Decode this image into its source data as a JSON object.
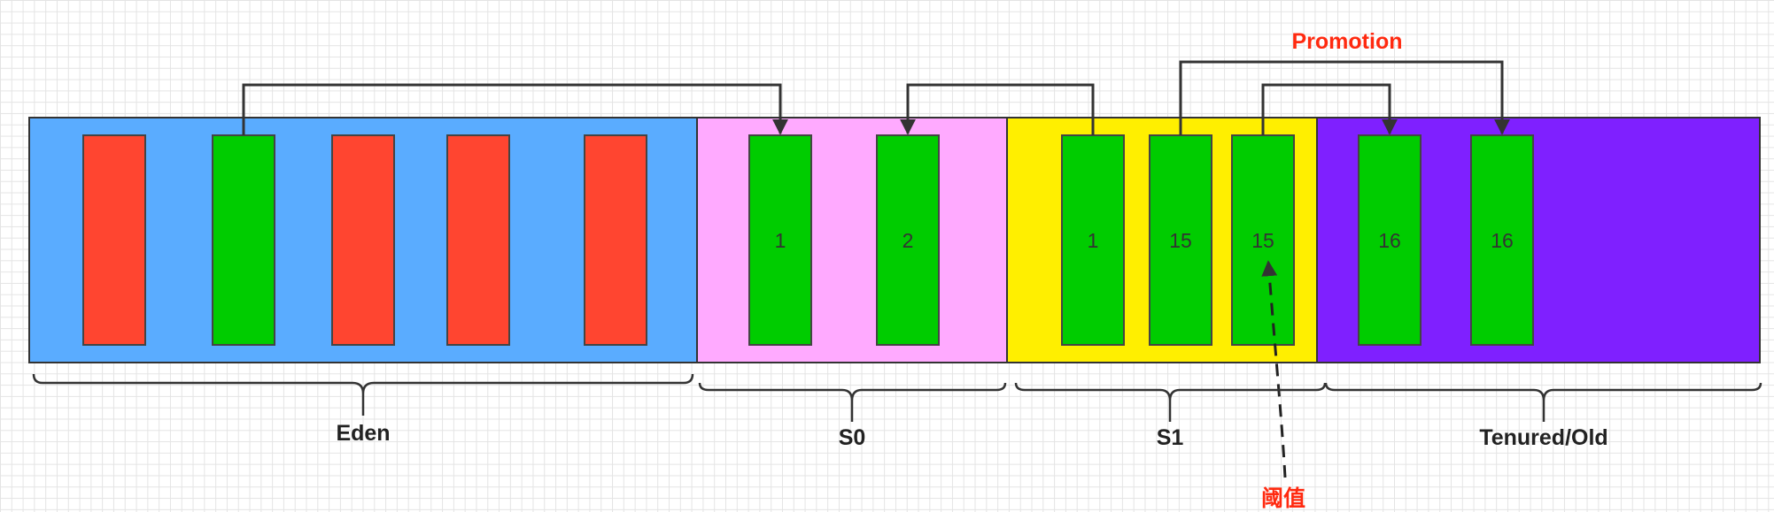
{
  "colors": {
    "eden": "#5aacff",
    "s0": "#ffaaff",
    "s1": "#ffef00",
    "old": "#7f20ff",
    "dead_object": "#ff4530",
    "live_object": "#00cc00",
    "accent": "#ff2a10"
  },
  "regions": {
    "eden": {
      "label": "Eden"
    },
    "s0": {
      "label": "S0"
    },
    "s1": {
      "label": "S1"
    },
    "old": {
      "label": "Tenured/Old"
    }
  },
  "objects": {
    "s0": [
      "1",
      "2"
    ],
    "s1": [
      "1",
      "15",
      "15"
    ],
    "old": [
      "16",
      "16"
    ]
  },
  "annotations": {
    "promotion": "Promotion",
    "threshold": "阈值"
  }
}
